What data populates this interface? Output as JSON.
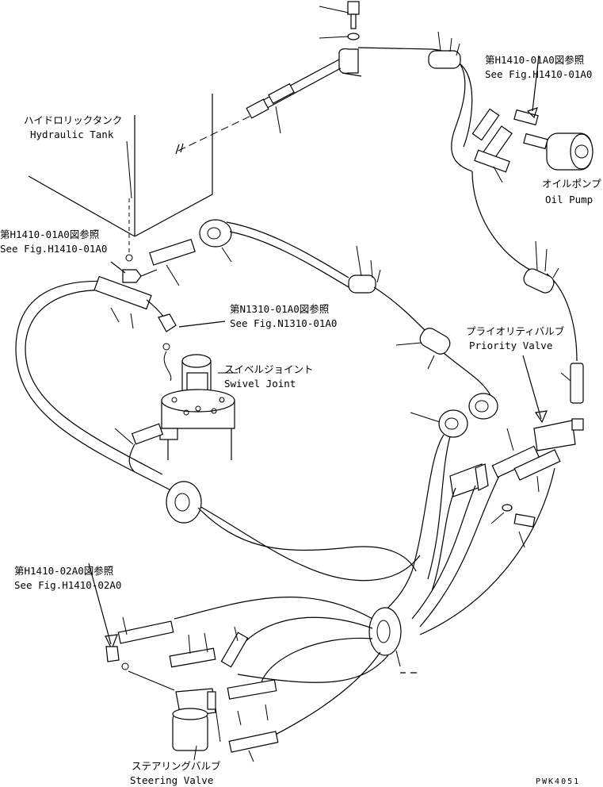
{
  "diagram": {
    "callouts": {
      "tank_jp": "ハイドロリックタンク",
      "tank_en": "Hydraulic Tank",
      "ref1_jp": "第H1410-01A0図参照",
      "ref1_en": "See Fig.H1410-01A0",
      "ref2_jp": "第H1410-01A0図参照",
      "ref2_en": "See Fig.H1410-01A0",
      "pump_jp": "オイルポンプ",
      "pump_en": "Oil Pump",
      "ref3_jp": "第N1310-01A0図参照",
      "ref3_en": "See Fig.N1310-01A0",
      "swivel_jp": "スイベルジョイント",
      "swivel_en": "Swivel Joint",
      "priority_jp": "プライオリティバルブ",
      "priority_en": "Priority Valve",
      "ref4_jp": "第H1410-02A0図参照",
      "ref4_en": "See Fig.H1410-02A0",
      "steer_jp": "ステアリングバルブ",
      "steer_en": "Steering Valve"
    },
    "drawing_code": "PWK4051"
  }
}
